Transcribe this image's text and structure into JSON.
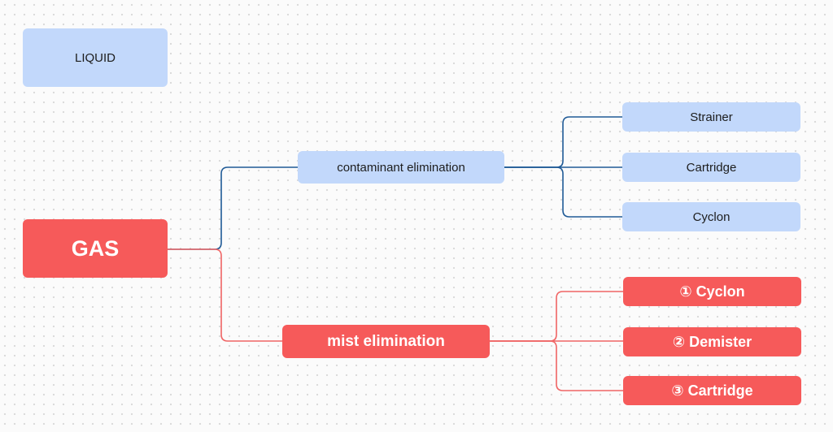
{
  "nodes": {
    "liquid": "LIQUID",
    "gas": "GAS",
    "contaminant": "contaminant elimination",
    "mist": "mist elimination",
    "contaminant_children": [
      "Strainer",
      "Cartridge",
      "Cyclon"
    ],
    "mist_children": [
      "① Cyclon",
      "② Demister",
      "③ Cartridge"
    ]
  },
  "colors": {
    "blue_node": "#c2d8fb",
    "red_node": "#f65a5a",
    "blue_connector": "#1f5a96",
    "red_connector": "#f06464",
    "background": "#fbfbfb"
  }
}
